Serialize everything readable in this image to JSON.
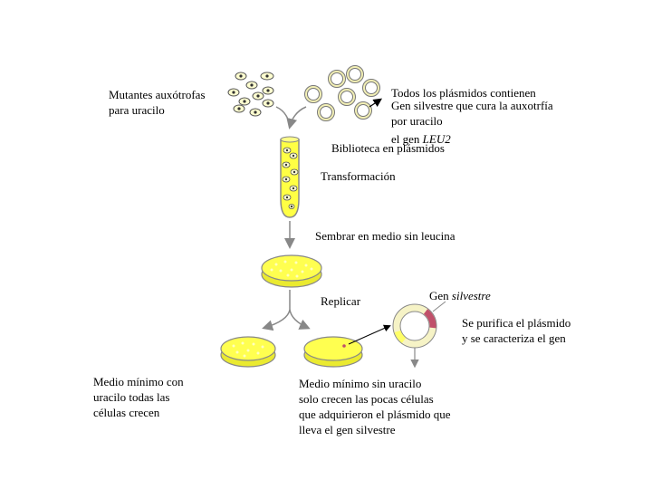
{
  "labels": {
    "mutants": "Mutantes auxótrofas\npara uracilo",
    "plasmids_line1": "Todos los plásmidos contienen",
    "plasmids_line2_prefix": "el gen ",
    "plasmids_line2_gene": "LEU2",
    "wild_gene_note": "Gen silvestre que cura la auxotrfía\npor uracilo",
    "library": "Biblioteca en plásmidos",
    "transformation": "Transformación",
    "plate_no_leucine": "Sembrar en medio sin leucina",
    "replicate": "Replicar",
    "wild_gene_prefix": "Gen ",
    "wild_gene_italic": "silvestre",
    "purify": "Se purifica el plásmido\ny se caracteriza el gen",
    "minimal_with_uracil": "Medio mínimo con\nuracilo todas las\ncélulas crecen",
    "minimal_no_uracil": "Medio mínimo sin uracilo\nsolo crecen las pocas células\nque adquirieron el plásmido que\nlleva el gen silvestre"
  },
  "colors": {
    "culture": "#ffff44",
    "plate_fill": "#f3f340",
    "colony": "#ffffb0",
    "plasmid_ring": "#f6f3c6",
    "wild_gene_segment": "#c0506a",
    "arrow": "#888888"
  }
}
